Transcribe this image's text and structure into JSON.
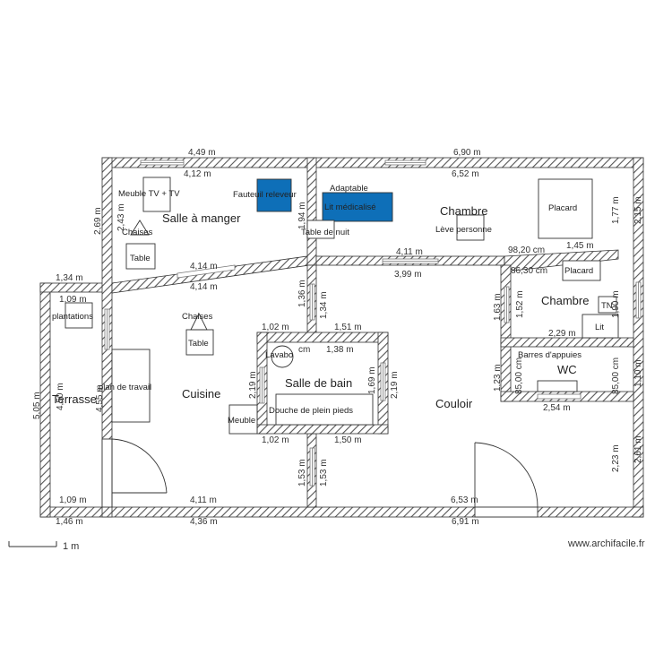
{
  "rooms": {
    "salle_a_manger": "Salle à manger",
    "chambre_main": "Chambre",
    "chambre_small": "Chambre",
    "cuisine": "Cuisine",
    "salle_de_bain": "Salle de bain",
    "couloir": "Couloir",
    "wc": "WC",
    "terrasse": "Terrasse"
  },
  "furniture": {
    "meuble_tv": "Meuble TV + TV",
    "fauteuil": "Fauteuil releveur",
    "adaptable": "Adaptable",
    "lit_medicalise": "Lit médicalisé",
    "table_de_nuit": "Table de nuit",
    "leve_personne": "Lève personne",
    "placard_main": "Placard",
    "placard_small": "Placard",
    "chaises_1": "Chaises",
    "table_1": "Table",
    "chaises_2": "Chaises",
    "table_2": "Table",
    "plantations": "plantations",
    "plan_de_travail": "plan de travail",
    "lavabo": "Lavabo",
    "douche": "Douche de plein pieds",
    "meuble": "Meuble",
    "tn": "TN",
    "lit": "Lit",
    "barres": "Barres d'appuies"
  },
  "dimensions": {
    "d_449": "4,49 m",
    "d_412": "4,12 m",
    "d_690": "6,90 m",
    "d_652": "6,52 m",
    "d_269": "2,69 m",
    "d_243": "2,43 m",
    "d_194": "1,94 m",
    "d_177": "1,77 m",
    "d_215": "2,15 m",
    "d_411a": "4,11 m",
    "d_399": "3,99 m",
    "d_9820": "98,20 cm",
    "d_145": "1,45 m",
    "d_8630": "86,30 cm",
    "d_134": "1,34 m",
    "d_109a": "1,09 m",
    "d_414a": "4,14 m",
    "d_414b": "4,14 m",
    "d_136a": "1,36 m",
    "d_134b": "1,34 m",
    "d_163": "1,63 m",
    "d_152": "1,52 m",
    "d_190": "1,90 m",
    "d_102a": "1,02 m",
    "d_151": "1,51 m",
    "d_138": "1,38 m",
    "d_cm": "cm",
    "d_229": "2,29 m",
    "d_505": "5,05 m",
    "d_450": "4,50 m",
    "d_455": "4,55 m",
    "d_219a": "2,19 m",
    "d_219b": "2,19 m",
    "d_169": "1,69 m",
    "d_123": "1,23 m",
    "d_8500a": "85,00 cm",
    "d_8500b": "85,00 cm",
    "d_110": "1,10 m",
    "d_254": "2,54 m",
    "d_102b": "1,02 m",
    "d_150": "1,50 m",
    "d_153a": "1,53 m",
    "d_153b": "1,53 m",
    "d_223": "2,23 m",
    "d_261": "2,61 m",
    "d_109b": "1,09 m",
    "d_411b": "4,11 m",
    "d_653": "6,53 m",
    "d_146": "1,46 m",
    "d_436": "4,36 m",
    "d_691": "6,91 m"
  },
  "scale_label": "1 m",
  "watermark": "www.archifacile.fr",
  "colors": {
    "wall_hatch": "#555555",
    "furniture_blue": "#0e6fb8",
    "window": "#888888"
  }
}
